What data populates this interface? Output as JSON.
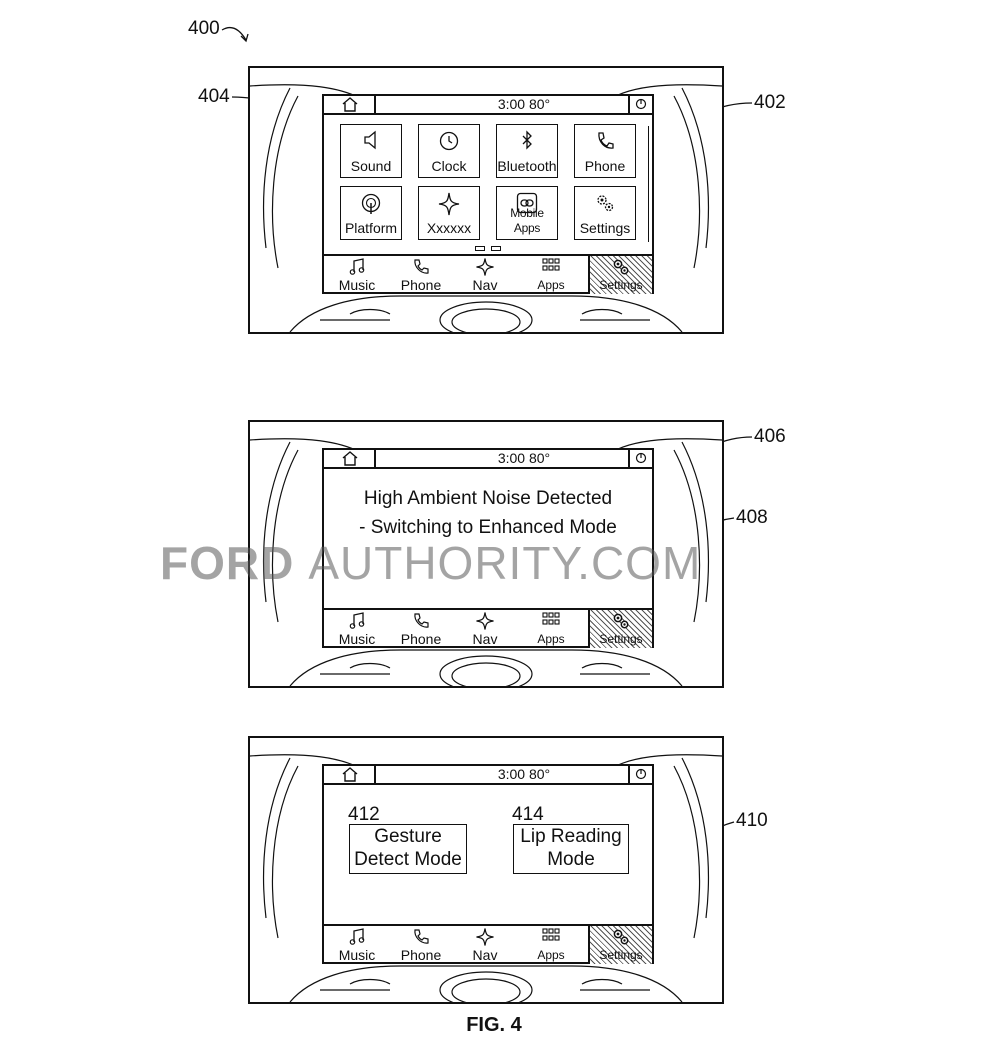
{
  "figure_ref": "400",
  "figure_caption": "FIG. 4",
  "watermark": {
    "bold_part": "FORD",
    "thin_part": "AUTHORITY.COM"
  },
  "status": {
    "time_temp": "3:00 80°"
  },
  "nav_bar": {
    "music": "Music",
    "phone": "Phone",
    "nav": "Nav",
    "apps": "Apps",
    "settings": "Settings"
  },
  "panel1": {
    "ref_tile": "404",
    "ref_screen": "402",
    "tiles": {
      "sound": "Sound",
      "clock": "Clock",
      "bluetooth": "Bluetooth",
      "phone": "Phone",
      "platform": "Platform",
      "xxxxxx": "Xxxxxx",
      "mobile_apps": "Mobile Apps",
      "settings": "Settings"
    }
  },
  "panel2": {
    "ref_screen": "406",
    "ref_message": "408",
    "message_line1": "High Ambient Noise Detected",
    "message_line2": "- Switching to Enhanced Mode"
  },
  "panel3": {
    "ref_screen": "410",
    "ref_gesture": "412",
    "ref_lip": "414",
    "gesture_line1": "Gesture",
    "gesture_line2": "Detect Mode",
    "lip_line1": "Lip Reading",
    "lip_line2": "Mode"
  }
}
